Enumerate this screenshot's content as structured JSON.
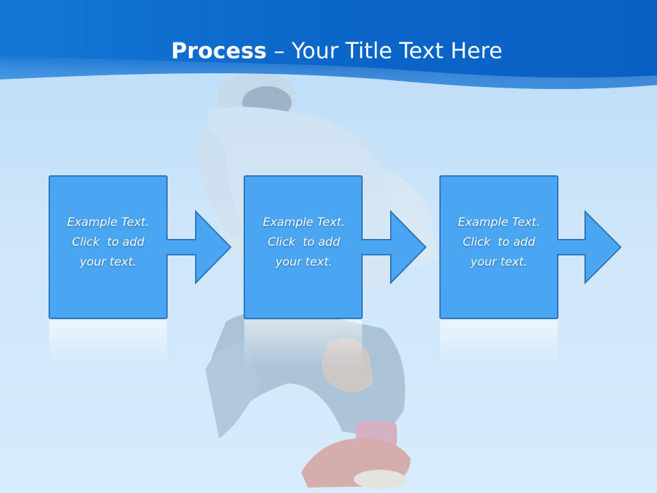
{
  "slide": {
    "title_bold": "Process",
    "title_rest": " – Your Title Text Here"
  },
  "steps": [
    {
      "line1": "Example Text.",
      "line2": "Click  to add",
      "line3": "your text."
    },
    {
      "line1": "Example Text.",
      "line2": "Click  to add",
      "line3": "your text."
    },
    {
      "line1": "Example Text.",
      "line2": "Click  to add",
      "line3": "your text."
    }
  ],
  "colors": {
    "header": "#0a6bd0",
    "box_fill": "#4aa6f2",
    "box_border": "#2f73b8",
    "background": "#cde6fa"
  }
}
